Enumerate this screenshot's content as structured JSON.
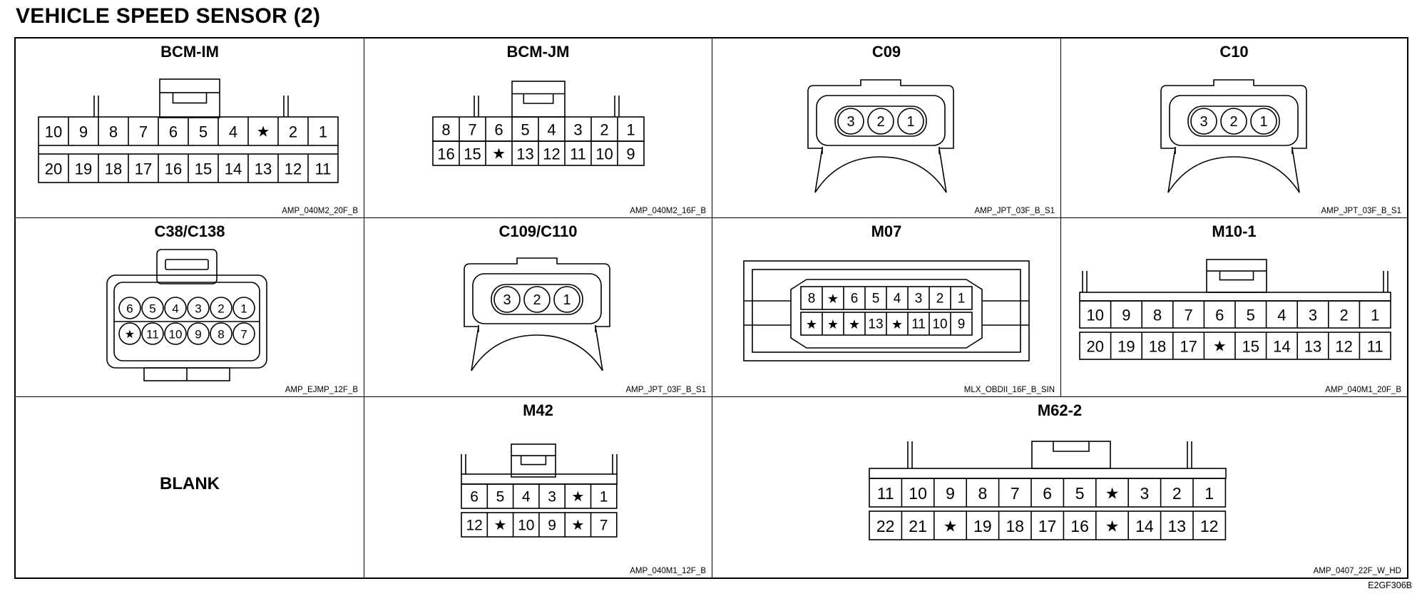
{
  "title": "VEHICLE SPEED SENSOR (2)",
  "figure_ref": "E2GF306B",
  "connectors": {
    "bcm_im": {
      "name": "BCM-IM",
      "code": "AMP_040M2_20F_B",
      "rows": [
        [
          "10",
          "9",
          "8",
          "7",
          "6",
          "5",
          "4",
          "*",
          "2",
          "1"
        ],
        [
          "20",
          "19",
          "18",
          "17",
          "16",
          "15",
          "14",
          "13",
          "12",
          "11"
        ]
      ]
    },
    "bcm_jm": {
      "name": "BCM-JM",
      "code": "AMP_040M2_16F_B",
      "rows": [
        [
          "8",
          "7",
          "6",
          "5",
          "4",
          "3",
          "2",
          "1"
        ],
        [
          "16",
          "15",
          "*",
          "13",
          "12",
          "11",
          "10",
          "9"
        ]
      ]
    },
    "c09": {
      "name": "C09",
      "code": "AMP_JPT_03F_B_S1",
      "pins": [
        "3",
        "2",
        "1"
      ]
    },
    "c10": {
      "name": "C10",
      "code": "AMP_JPT_03F_B_S1",
      "pins": [
        "3",
        "2",
        "1"
      ]
    },
    "c38": {
      "name": "C38/C138",
      "code": "AMP_EJMP_12F_B",
      "rows": [
        [
          "6",
          "5",
          "4",
          "3",
          "2",
          "1"
        ],
        [
          "*",
          "11",
          "10",
          "9",
          "8",
          "7"
        ]
      ]
    },
    "c109": {
      "name": "C109/C110",
      "code": "AMP_JPT_03F_B_S1",
      "pins": [
        "3",
        "2",
        "1"
      ]
    },
    "m07": {
      "name": "M07",
      "code": "MLX_OBDII_16F_B_SIN",
      "rows": [
        [
          "8",
          "*",
          "6",
          "5",
          "4",
          "3",
          "2",
          "1"
        ],
        [
          "*",
          "*",
          "*",
          "13",
          "*",
          "11",
          "10",
          "9"
        ]
      ]
    },
    "m10_1": {
      "name": "M10-1",
      "code": "AMP_040M1_20F_B",
      "rows": [
        [
          "10",
          "9",
          "8",
          "7",
          "6",
          "5",
          "4",
          "3",
          "2",
          "1"
        ],
        [
          "20",
          "19",
          "18",
          "17",
          "*",
          "15",
          "14",
          "13",
          "12",
          "11"
        ]
      ]
    },
    "blank": {
      "label": "BLANK"
    },
    "m42": {
      "name": "M42",
      "code": "AMP_040M1_12F_B",
      "rows": [
        [
          "6",
          "5",
          "4",
          "3",
          "*",
          "1"
        ],
        [
          "12",
          "*",
          "10",
          "9",
          "*",
          "7"
        ]
      ]
    },
    "m62_2": {
      "name": "M62-2",
      "code": "AMP_0407_22F_W_HD",
      "rows": [
        [
          "11",
          "10",
          "9",
          "8",
          "7",
          "6",
          "5",
          "*",
          "3",
          "2",
          "1"
        ],
        [
          "22",
          "21",
          "*",
          "19",
          "18",
          "17",
          "16",
          "*",
          "14",
          "13",
          "12"
        ]
      ]
    }
  }
}
